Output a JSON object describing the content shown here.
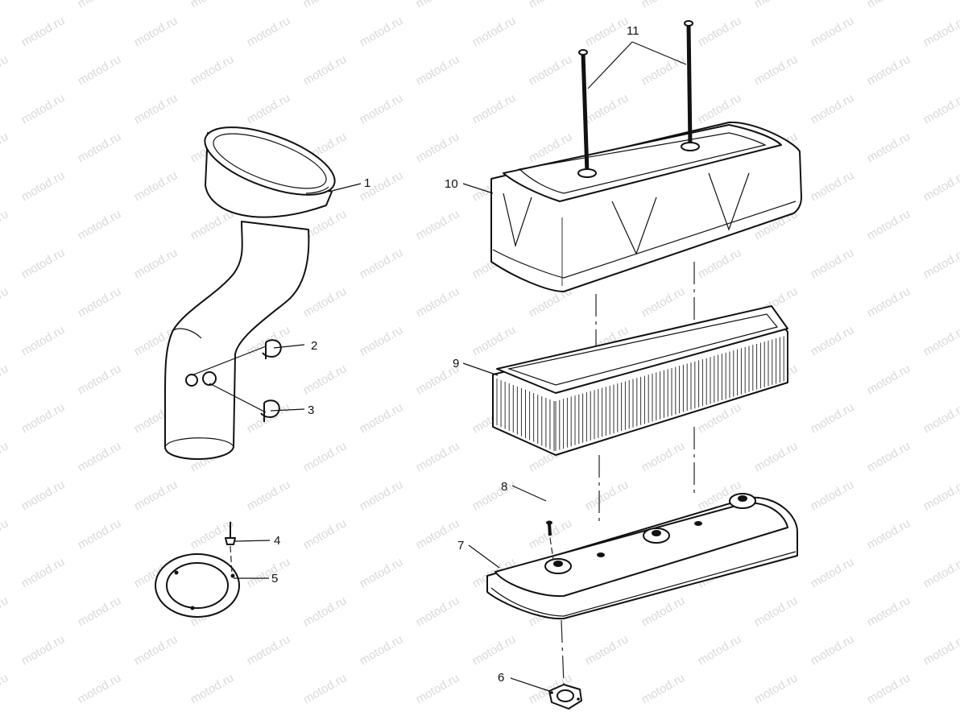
{
  "watermark": {
    "text": "motod.ru",
    "color": "#d9d9d9"
  },
  "callouts": [
    {
      "id": "1",
      "label": "1"
    },
    {
      "id": "2",
      "label": "2"
    },
    {
      "id": "3",
      "label": "3"
    },
    {
      "id": "4",
      "label": "4"
    },
    {
      "id": "5",
      "label": "5"
    },
    {
      "id": "6",
      "label": "6"
    },
    {
      "id": "7",
      "label": "7"
    },
    {
      "id": "8",
      "label": "8"
    },
    {
      "id": "9",
      "label": "9"
    },
    {
      "id": "10",
      "label": "10"
    },
    {
      "id": "11",
      "label": "11"
    }
  ]
}
